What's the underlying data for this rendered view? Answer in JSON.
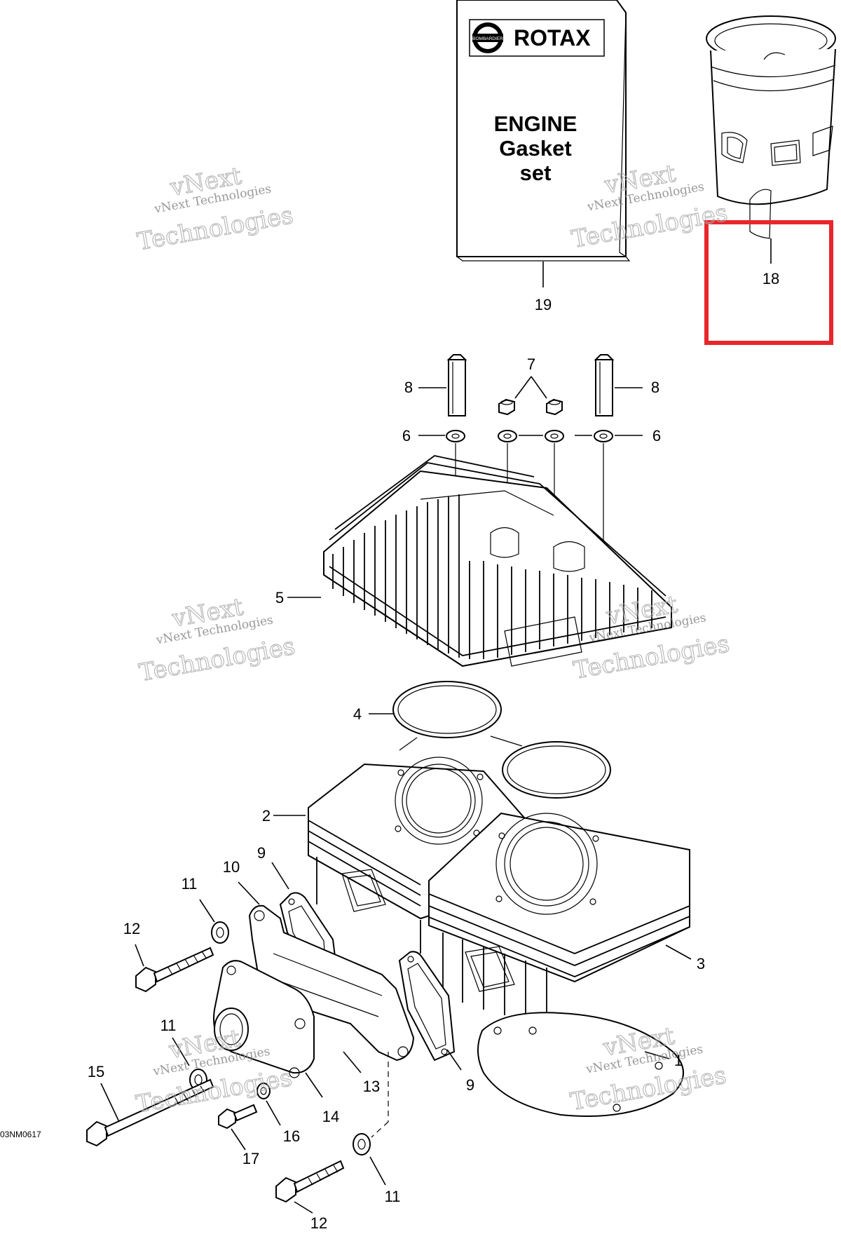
{
  "kit_box": {
    "brand_text": "ROTAX",
    "badge_text": "BOMBARDIER",
    "title_line1": "ENGINE",
    "title_line2": "Gasket",
    "title_line3": "set"
  },
  "watermark": {
    "line1": "vNext Technologies",
    "line2": "Technologies",
    "overlay": "vNext"
  },
  "reference_code": "03NM0617",
  "highlight": {
    "color": "#e8262b",
    "target_part": "18"
  },
  "callouts": {
    "c19": "19",
    "c18": "18",
    "c7": "7",
    "c8a": "8",
    "c8b": "8",
    "c6a": "6",
    "c6b": "6",
    "c5": "5",
    "c4": "4",
    "c2": "2",
    "c3": "3",
    "c1": "1",
    "c9a": "9",
    "c9b": "9",
    "c10": "10",
    "c11a": "11",
    "c11b": "11",
    "c11c": "11",
    "c12a": "12",
    "c12b": "12",
    "c13": "13",
    "c14": "14",
    "c15": "15",
    "c16": "16",
    "c17": "17"
  }
}
